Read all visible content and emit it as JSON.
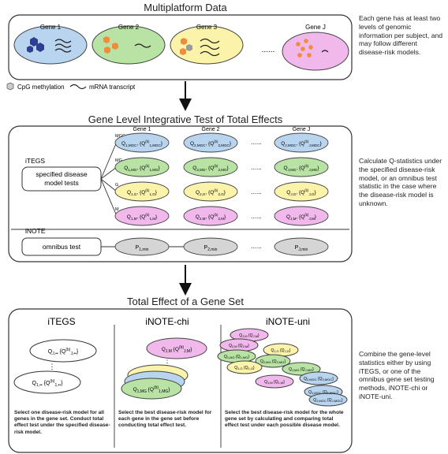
{
  "panel1": {
    "title": "Multiplatform Data",
    "genes": [
      "Gene 1",
      "Gene 2",
      "Gene 3",
      "Gene J"
    ],
    "ellipsis": "......",
    "legend_methylation": "CpG methylation",
    "legend_mrna": "mRNA transcript",
    "side_note": "Each gene has at least two levels of genomic information per subject, and may follow different disease-risk models."
  },
  "panel2": {
    "title": "Gene Level Integrative Test of Total Effects",
    "itegs_label": "iTEGS",
    "specified_box": "specified disease model tests",
    "inote_label": "iNOTE",
    "omnibus_box": "omnibus test",
    "gene_headers": [
      "Gene 1",
      "Gene 2",
      "Gene J"
    ],
    "model_labels": [
      "MGC",
      "MG",
      "G",
      "M"
    ],
    "rows": [
      [
        "Q1,MGC; {Q(b)1,MGC}",
        "Q2,MGC; {Q(b)2,MGC}",
        "QJ,MGC; {Q(b)J,MGC}"
      ],
      [
        "Q1,MG; {Q(b)1,MG}",
        "Q2,MG; {Q(b)2,MG}",
        "QJ,MG; {Q(b)J,MG}"
      ],
      [
        "Q1,G; {Q(b)1,G}",
        "Q2,G; {Q(b)2,G}",
        "QJ,G; {Q(b)J,G}"
      ],
      [
        "Q1,M; {Q(b)1,M}",
        "Q2,M; {Q(b)2,M}",
        "QJ,M; {Q(b)J,M}"
      ]
    ],
    "pmin": [
      "P1,min",
      "P2,min",
      "PJ,min"
    ],
    "side_note": "Calculate Q-statistics under the specified disease-risk model, or an omnibus test statistic in the case where the disease-risk model is unknown."
  },
  "panel3": {
    "title": "Total Effect of a Gene Set",
    "col1_title": "iTEGS",
    "col2_title": "iNOTE-chi",
    "col3_title": "iNOTE-uni",
    "col1_caption": "Select one disease-risk model for all genes in the gene set. Conduct total effect test under the specified disease-risk model.",
    "col2_caption": "Select the best disease-risk model for each gene in the gene set before conducting total effect test.",
    "col3_caption": "Select the best disease-risk model for the whole gene set by calculating and comparing total effect test under each possible disease model.",
    "side_note": "Combine the gene-level statistics either by using iTEGS, or one of the omnibus gene set testing methods, iNOTE-chi or iNOTE-uni."
  },
  "colors": {
    "blue": "#b9d4ee",
    "green": "#b9e3a4",
    "yellow": "#fbf3a9",
    "pink": "#f1b8ec",
    "gray": "#d5d5d5"
  }
}
